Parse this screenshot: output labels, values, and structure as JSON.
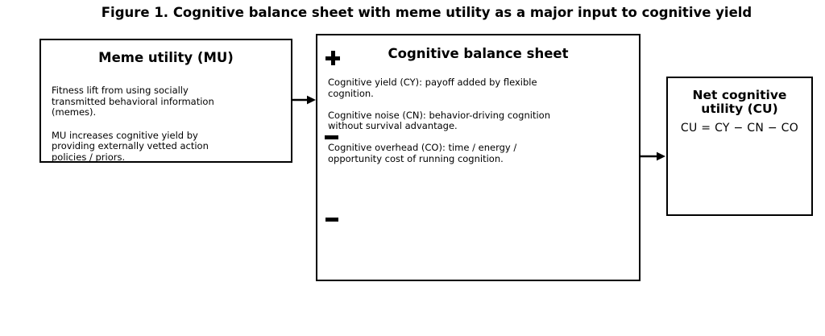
{
  "figure": {
    "title": "Figure 1. Cognitive balance sheet with meme utility as a major input to cognitive yield"
  },
  "meme_utility_box": {
    "title": "Meme utility (MU)",
    "paragraphs": [
      {
        "text": "Fitness lift from using socially\ntransmitted behavioral information\n(memes)."
      },
      {
        "text": "MU increases cognitive yield by\nproviding externally vetted action\npolicies / priors."
      }
    ]
  },
  "balance_sheet_box": {
    "title": "Cognitive balance sheet",
    "entries": [
      {
        "text": "Cognitive yield (CY): payoff added by flexible\ncognition."
      },
      {
        "text": "Cognitive noise (CN): behavior-driving cognition\nwithout survival advantage."
      },
      {
        "text": "Cognitive overhead (CO): time / energy /\nopportunity cost of running cognition."
      }
    ]
  },
  "net_utility_box": {
    "title": "Net cognitive\nutility (CU)",
    "formula": "CU = CY − CN − CO"
  },
  "icons": {
    "plus": "plus-icon",
    "minus_upper": "minus-icon",
    "minus_lower": "minus-icon",
    "flow_arrow_left": "arrow-right-icon",
    "flow_arrow_right": "arrow-right-icon"
  },
  "colors": {
    "background": "#ffffff",
    "box_border": "#000000",
    "text": "#000000"
  }
}
